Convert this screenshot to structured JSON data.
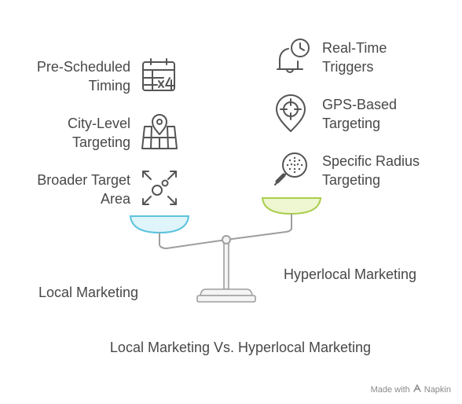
{
  "title": "Local Marketing Vs. Hyperlocal Marketing",
  "left_side": {
    "title": "Local Marketing",
    "items": [
      {
        "line1": "Pre-Scheduled",
        "line2": "Timing",
        "icon": "calendar-icon"
      },
      {
        "line1": "City-Level",
        "line2": "Targeting",
        "icon": "map-pin-icon"
      },
      {
        "line1": "Broader Target",
        "line2": "Area",
        "icon": "expand-arrows-icon"
      }
    ]
  },
  "right_side": {
    "title": "Hyperlocal Marketing",
    "items": [
      {
        "line1": "Real-Time",
        "line2": "Triggers",
        "icon": "bell-clock-icon"
      },
      {
        "line1": "GPS-Based",
        "line2": "Targeting",
        "icon": "gps-crosshair-icon"
      },
      {
        "line1": "Specific Radius",
        "line2": "Targeting",
        "icon": "magnifier-radius-icon"
      }
    ]
  },
  "footer": {
    "made_with": "Made with",
    "brand": "Napkin"
  },
  "colors": {
    "left_pan_fill": "#dff4fb",
    "left_pan_stroke": "#5bc3dd",
    "right_pan_fill": "#eef6d2",
    "right_pan_stroke": "#a9cd4a",
    "beam": "#9e9e9e",
    "icon_stroke": "#555555"
  }
}
